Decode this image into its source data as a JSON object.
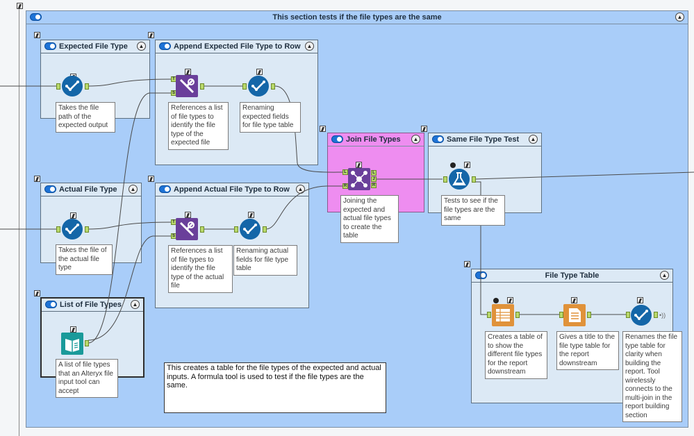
{
  "colors": {
    "outer_container": "#a9cdf9",
    "inner_container": "#dce9f5",
    "join_container": "#ee8df0",
    "tool_blue": "#1466a8",
    "tool_purple": "#6a3f9a",
    "tool_orange": "#e0923a",
    "tool_teal": "#1a9a9a",
    "port_green": "#b9d96b"
  },
  "outer": {
    "title": "This section tests if the file types are the same"
  },
  "containers": {
    "expected_file_type": {
      "title": "Expected File Type"
    },
    "append_expected": {
      "title": "Append Expected File Type to Row"
    },
    "join_file_types": {
      "title": "Join File Types"
    },
    "same_file_type_test": {
      "title": "Same File Type Test"
    },
    "actual_file_type": {
      "title": "Actual File Type"
    },
    "append_actual": {
      "title": "Append Actual File Type to Row"
    },
    "list_of_file_types": {
      "title": "List of File Types"
    },
    "file_type_table": {
      "title": "File Type Table"
    }
  },
  "annotations": {
    "expected_path": "Takes the file path of the expected output",
    "append_expected_ref": "References a list of file types to identify the file type of the expected file",
    "rename_expected": "Renaming expected fields for file type table",
    "join": "Joining the expected and actual file types to create the table",
    "test": "Tests to see if the file types are the same",
    "actual_file": "Takes the file of the actual file type",
    "append_actual_ref": "References a list of file types to identify the file type of the actual file",
    "rename_actual": "Renaming actual fields for file type table",
    "list_files": "A list of file types that an Alteryx file input tool can accept",
    "table_create": "Creates a table of to show the different file types for the report downstream",
    "table_title": "Gives a title to the file type table for the report downstream",
    "table_rename": "Renames the file type table for clarity when building the report. Tool wirelessly connects to the multi-join in the report building section"
  },
  "comment": "This creates a table for the file types of the expected and actual inputs. A formula tool is used to test if the file types are the same.",
  "tools": [
    {
      "id": "select-expected",
      "icon": "select-icon"
    },
    {
      "id": "append-expected",
      "icon": "append-fields-icon"
    },
    {
      "id": "select-rename-expected",
      "icon": "select-icon"
    },
    {
      "id": "join",
      "icon": "join-icon"
    },
    {
      "id": "test",
      "icon": "test-icon"
    },
    {
      "id": "select-actual",
      "icon": "select-icon"
    },
    {
      "id": "append-actual",
      "icon": "append-fields-icon"
    },
    {
      "id": "select-rename-actual",
      "icon": "select-icon"
    },
    {
      "id": "text-input",
      "icon": "text-input-icon"
    },
    {
      "id": "table",
      "icon": "table-icon"
    },
    {
      "id": "report-title",
      "icon": "report-text-icon"
    },
    {
      "id": "select-rename-table",
      "icon": "select-icon"
    }
  ]
}
